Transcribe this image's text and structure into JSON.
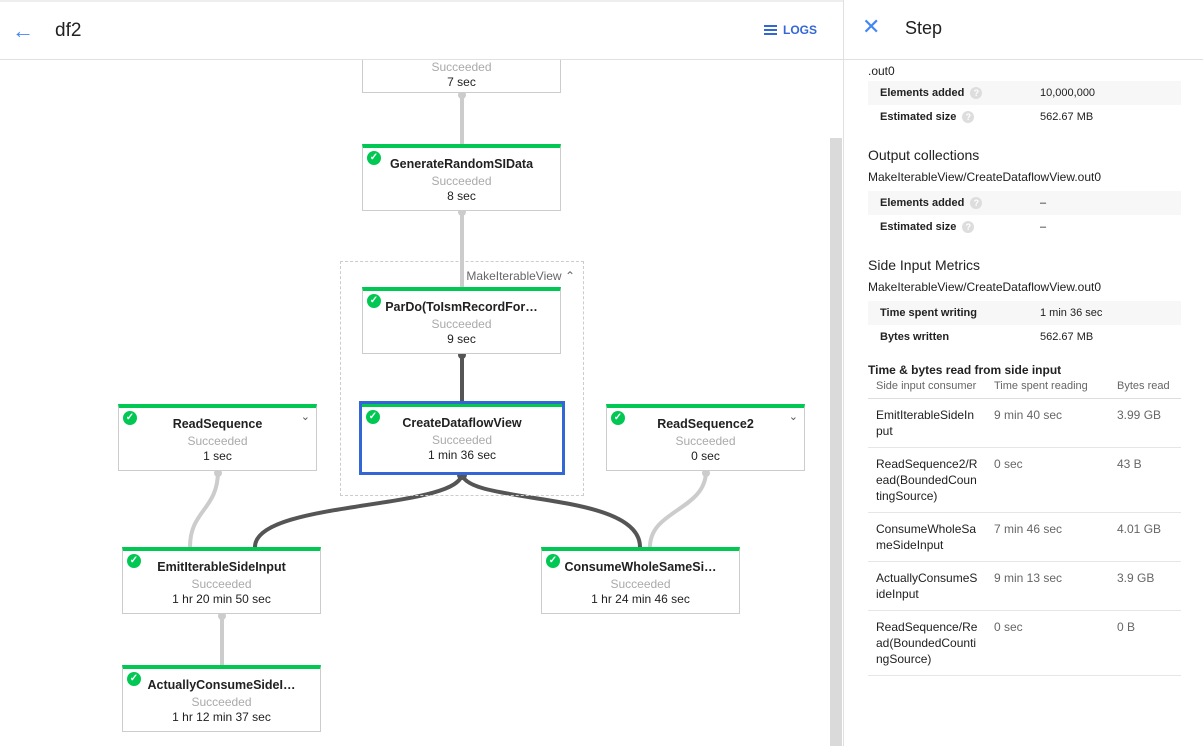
{
  "header": {
    "title": "df2",
    "logs_label": "LOGS",
    "back_icon": "arrow-left-icon",
    "logs_icon": "list-icon"
  },
  "graph": {
    "group_label": "MakeIterableView",
    "nodes": [
      {
        "name": "",
        "status": "Succeeded",
        "duration": "7 sec"
      },
      {
        "name": "GenerateRandomSIData",
        "status": "Succeeded",
        "duration": "8 sec"
      },
      {
        "name": "ParDo(ToIsmRecordFor…",
        "status": "Succeeded",
        "duration": "9 sec"
      },
      {
        "name": "CreateDataflowView",
        "status": "Succeeded",
        "duration": "1 min 36 sec"
      },
      {
        "name": "ReadSequence",
        "status": "Succeeded",
        "duration": "1 sec"
      },
      {
        "name": "ReadSequence2",
        "status": "Succeeded",
        "duration": "0 sec"
      },
      {
        "name": "EmitIterableSideInput",
        "status": "Succeeded",
        "duration": "1 hr 20 min 50 sec"
      },
      {
        "name": "ConsumeWholeSameSi…",
        "status": "Succeeded",
        "duration": "1 hr 24 min 46 sec"
      },
      {
        "name": "ActuallyConsumeSideI…",
        "status": "Succeeded",
        "duration": "1 hr 12 min 37 sec"
      }
    ],
    "colors": {
      "success": "#00c853",
      "selected": "#3367d6"
    }
  },
  "panel": {
    "title": "Step",
    "clipped_text": ".out0",
    "input_metrics": [
      {
        "label": "Elements added",
        "value": "10,000,000"
      },
      {
        "label": "Estimated size",
        "value": "562.67 MB"
      }
    ],
    "output_title": "Output collections",
    "output_name": "MakeIterableView/CreateDataflowView.out0",
    "output_metrics": [
      {
        "label": "Elements added",
        "value": "–"
      },
      {
        "label": "Estimated size",
        "value": "–"
      }
    ],
    "side_title": "Side Input Metrics",
    "side_name": "MakeIterableView/CreateDataflowView.out0",
    "side_metrics": [
      {
        "label": "Time spent writing",
        "value": "1 min 36 sec"
      },
      {
        "label": "Bytes written",
        "value": "562.67 MB"
      }
    ],
    "read_title": "Time & bytes read from side input",
    "columns": [
      "Side input consumer",
      "Time spent reading",
      "Bytes read"
    ],
    "rows": [
      [
        "EmitIterableSideInput",
        "9 min 40 sec",
        "3.99 GB"
      ],
      [
        "ReadSequence2/Read(BoundedCountingSource)",
        "0 sec",
        "43 B"
      ],
      [
        "ConsumeWholeSameSideInput",
        "7 min 46 sec",
        "4.01 GB"
      ],
      [
        "ActuallyConsumeSideInput",
        "9 min 13 sec",
        "3.9 GB"
      ],
      [
        "ReadSequence/Read(BoundedCountingSource)",
        "0 sec",
        "0 B"
      ]
    ]
  }
}
